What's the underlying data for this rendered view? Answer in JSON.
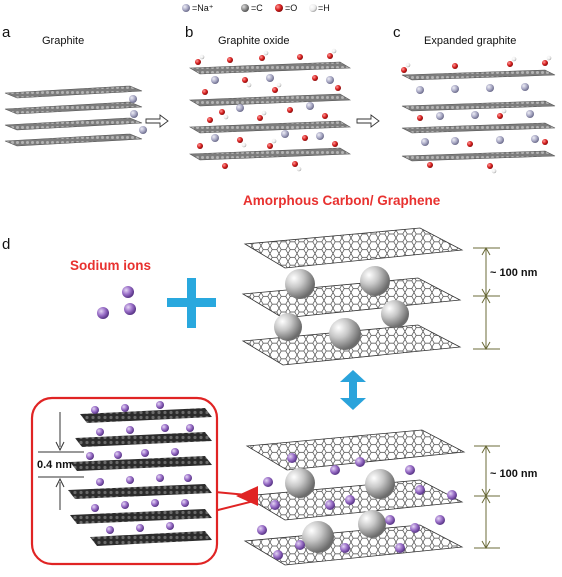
{
  "legend": {
    "na_label": "=Na⁺",
    "c_label": "=C",
    "o_label": "=O",
    "h_label": "=H"
  },
  "panels": {
    "a": {
      "letter": "a",
      "title": "Graphite"
    },
    "b": {
      "letter": "b",
      "title": "Graphite oxide"
    },
    "c": {
      "letter": "c",
      "title": "Expanded graphite"
    },
    "d": {
      "letter": "d"
    }
  },
  "panel_d": {
    "heading": "Amorphous Carbon/ Graphene",
    "sodium_label": "Sodium ions",
    "top_spacing_label": "~ 100 nm",
    "bottom_spacing_label": "~ 100 nm",
    "inset_spacing_label": "0.4 nm"
  },
  "colors": {
    "sodium": "#9a6fc8",
    "carbon": "#8c8c8c",
    "oxygen": "#d8201f",
    "hydrogen": "#f2f2f2",
    "plus_sign": "#29a8de",
    "arrow": "#2aa3db",
    "inset_border": "#e02424",
    "heading_red": "#e8312f",
    "dimension_line": "#6b6b3a"
  }
}
